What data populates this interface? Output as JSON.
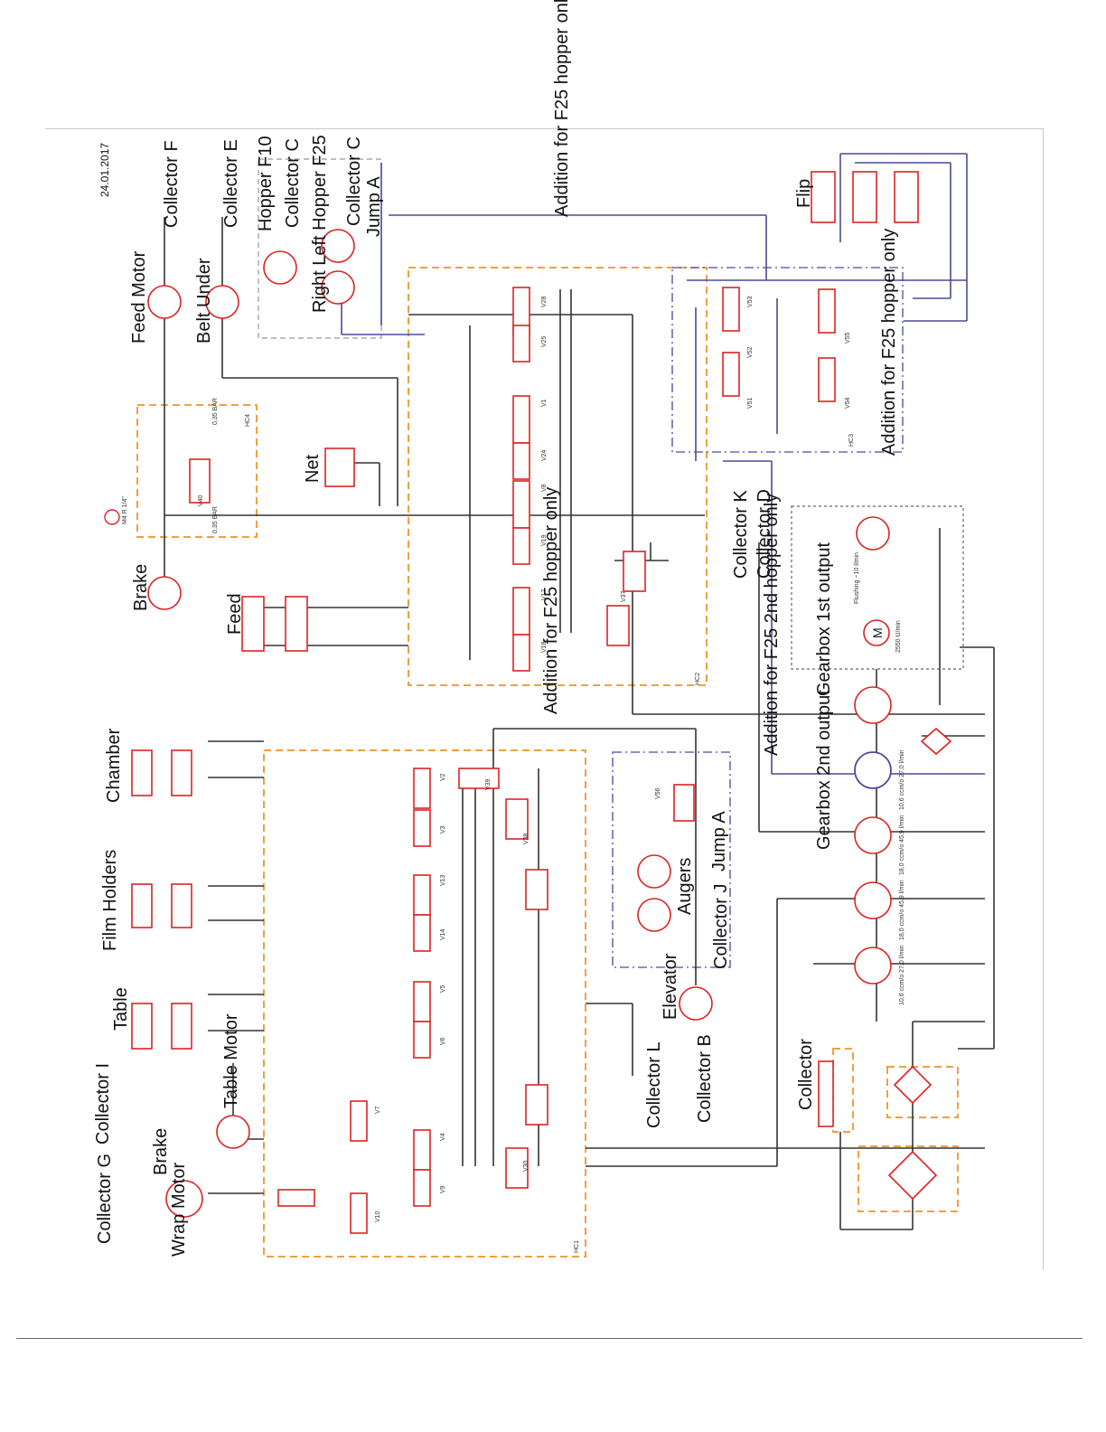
{
  "date": "24.01.2017",
  "components": {
    "collector_f": "Collector F",
    "feed_motor": "Feed Motor",
    "collector_e": "Collector E",
    "belt_under": "Belt Under",
    "hopper_f10": "Hopper F10",
    "collector_c_1": "Collector C",
    "right_left_hopper_f25": "Right Left Hopper F25",
    "collector_c_2": "Collector C",
    "jump_a_1": "Jump A",
    "brake_1": "Brake",
    "net": "Net",
    "feed": "Feed",
    "flip": "Flip",
    "collector_k": "Collector K",
    "collector_d": "Collector D",
    "gearbox_1st_output": "Gearbox 1st output",
    "gearbox_2nd_output": "Gearbox 2nd output",
    "chamber": "Chamber",
    "film_holders": "Film Holders",
    "table": "Table",
    "collector_i": "Collector I",
    "table_motor": "Table Motor",
    "brake_2": "Brake",
    "collector_g": "Collector G",
    "wrap_motor": "Wrap Motor",
    "augers": "Augers",
    "jump_a_2": "Jump A",
    "collector_j": "Collector J",
    "elevator": "Elevator",
    "collector_l": "Collector L",
    "collector_b": "Collector B",
    "collector": "Collector",
    "motor_symbol": "M"
  },
  "notes": {
    "addition_top": "Addition for F25 hopper only",
    "addition_hc4": "Addition for F25 hopper only",
    "addition_hc2": "Addition for F25 hopper only",
    "addition_gearbox": "Addition for F25 2nd hopper only"
  },
  "valves": [
    "V28",
    "V25",
    "V1",
    "V24",
    "V8",
    "V19",
    "V17",
    "V18",
    "V37",
    "V40",
    "V53",
    "V52",
    "V51",
    "V55",
    "V54",
    "V2",
    "V3",
    "V13",
    "V14",
    "V5",
    "V6",
    "V4",
    "V9",
    "V7",
    "V10",
    "V39",
    "V38",
    "V30",
    "V56"
  ],
  "manifolds": [
    "HC1",
    "HC2",
    "HC3",
    "HC4"
  ],
  "pump_specs": {
    "flushing": "Flushing ~10 l/min",
    "motor_rpm": "2550 U/min",
    "pump1": "10,6 ccm/o 27,0 l/min",
    "pump2": "18,0 ccm/o 45,9 l/min",
    "pump3": "18,0 ccm/o 45,9 l/min",
    "pump4": "10,6 ccm/o 27,0 l/min"
  },
  "hc3_labels": {
    "press1": "0,35 BAR",
    "press2": "0,35 BAR",
    "m4": "M4 R 1/4\""
  }
}
